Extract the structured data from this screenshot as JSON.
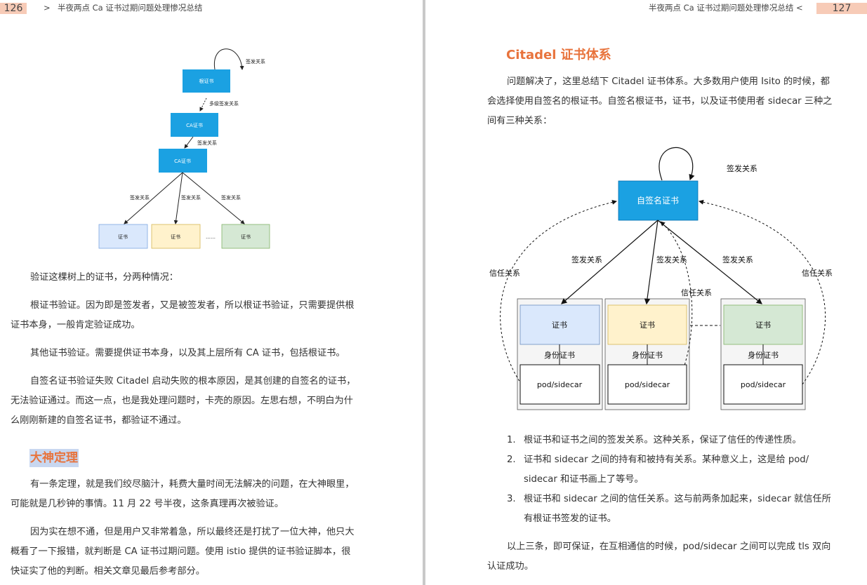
{
  "header": {
    "left_page_number": "126",
    "left_separator": ">",
    "left_title": "半夜两点 Ca 证书过期问题处理惨况总结",
    "right_title": "半夜两点 Ca 证书过期问题处理惨况总结",
    "right_separator": "<",
    "right_page_number": "127"
  },
  "left_diagram": {
    "root": "根证书",
    "multi_issue_label": "多级签发关系",
    "issue_label": "签发关系",
    "ca1": "CA证书",
    "ca2": "CA证书",
    "leaf": "证书",
    "ellipsis": "……",
    "colors": {
      "node": "#1ba1e2",
      "leaf1": "#dae8fc",
      "leaf2": "#fff2cc",
      "leaf3": "#d5e8d4"
    }
  },
  "left_text": {
    "p1": "验证这棵树上的证书，分两种情况：",
    "p2_l1": "根证书验证。因为即是签发者，又是被签发者，所以根证书验证，只需要提供根",
    "p2_l2": "证书本身，一般肯定验证成功。",
    "p3": "其他证书验证。需要提供证书本身，以及其上层所有 CA 证书，包括根证书。",
    "p4_l1": "自签名证书验证失败 Citadel 启动失败的根本原因，是其创建的自签名的证书，",
    "p4_l2": "无法验证通过。而这一点，也是我处理问题时，卡壳的原因。左思右想，不明白为什",
    "p4_l3": "么刚刚新建的自签名证书，都验证不通过。",
    "heading": "大神定理",
    "p5_l1": "有一条定理，就是我们绞尽脑汁，耗费大量时间无法解决的问题，在大神眼里，",
    "p5_l2": "可能就是几秒钟的事情。11 月 22 号半夜，这条真理再次被验证。",
    "p6_l1": "因为实在想不通，但是用户又非常着急，所以最终还是打扰了一位大神，他只大",
    "p6_l2": "概看了一下报错，就判断是 CA 证书过期问题。使用 istio 提供的证书验证脚本，很",
    "p6_l3": "快证实了他的判断。相关文章见最后参考部分。"
  },
  "right_text": {
    "heading": "Citadel 证书体系",
    "p1_l1": "问题解决了，这里总结下 Citadel 证书体系。大多数用户使用 Isito 的时候，都",
    "p1_l2": "会选择使用自签名的根证书。自签名根证书，证书，以及证书使用者 sidecar 三种之",
    "p1_l3": "间有三种关系：",
    "list": [
      {
        "num": "1.",
        "l1": "根证书和证书之间的签发关系。这种关系，保证了信任的传递性质。",
        "l2": ""
      },
      {
        "num": "2.",
        "l1": "证书和 sidecar 之间的持有和被持有关系。某种意义上，这是给 pod/",
        "l2": "sidecar 和证书画上了等号。"
      },
      {
        "num": "3.",
        "l1": "根证书和 sidecar 之间的信任关系。这与前两条加起来，sidecar 就信任所",
        "l2": "有根证书签发的证书。"
      }
    ],
    "p2_l1": "以上三条，即可保证，在互相通信的时候，pod/sidecar 之间可以完成 tls 双向",
    "p2_l2": "认证成功。"
  },
  "right_diagram": {
    "root": "自签名证书",
    "issue_label": "签发关系",
    "trust_label": "信任关系",
    "cert": "证书",
    "identity": "身份证书",
    "pod": "pod/sidecar",
    "colors": {
      "root": "#1ba1e2",
      "c1": "#dae8fc",
      "c2": "#fff2cc",
      "c3": "#d5e8d4",
      "group": "#f5f5f5"
    }
  }
}
